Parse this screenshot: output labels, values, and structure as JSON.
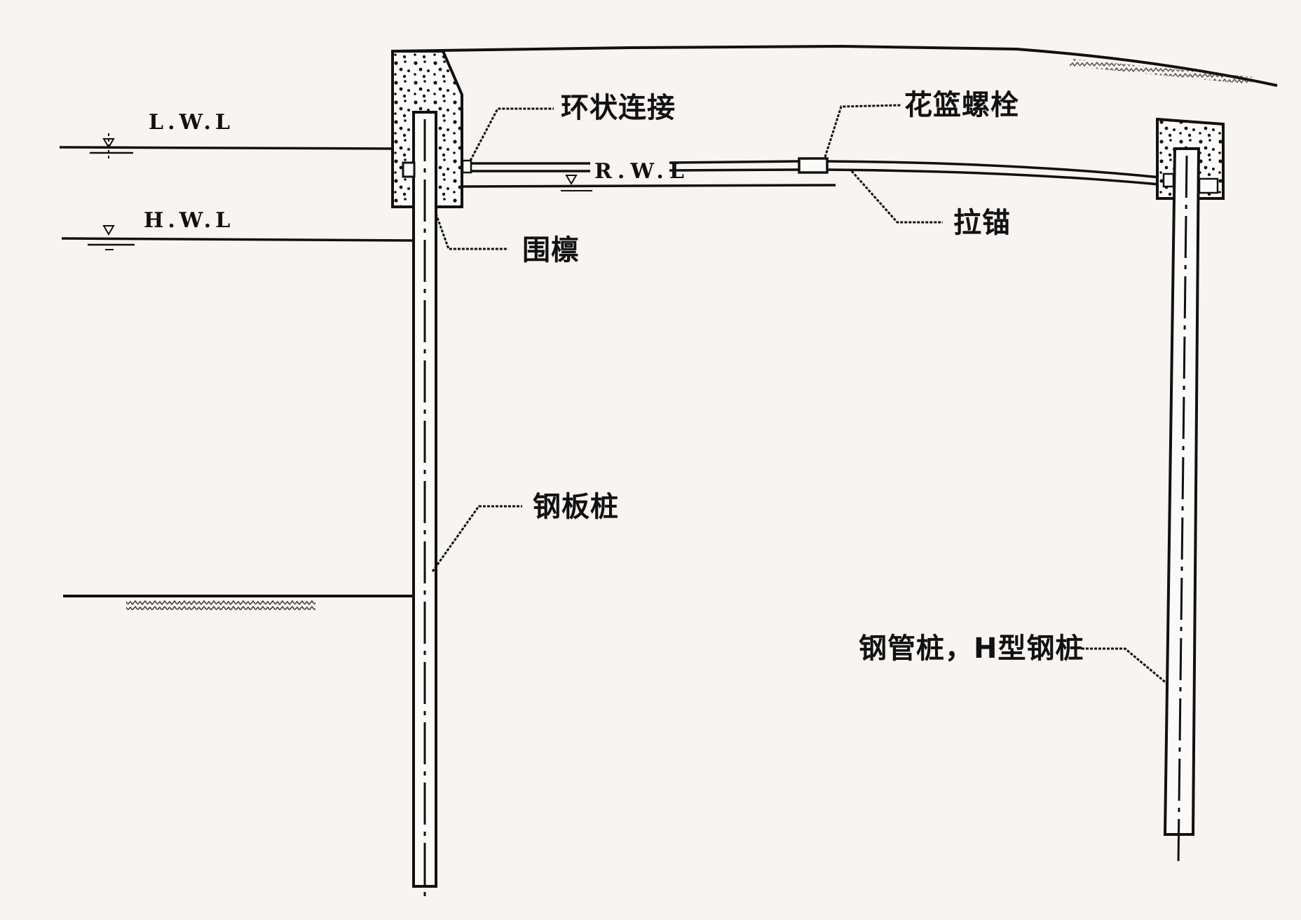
{
  "diagram": {
    "type": "engineering cross-section: anchored steel sheet pile wall with tie rod",
    "water_levels": {
      "lwl": "L.W.L",
      "hwl": "H.W.L",
      "rwl": "R.W.L"
    },
    "labels": {
      "ring_connection": "环状连接",
      "turnbuckle": "花篮螺栓",
      "tie_rod": "拉锚",
      "waler": "围檩",
      "sheet_pile": "钢板桩",
      "anchor_pile": "钢管桩，H型钢桩"
    },
    "colors": {
      "ink": "#111111",
      "paper": "#f7f4f2"
    }
  }
}
